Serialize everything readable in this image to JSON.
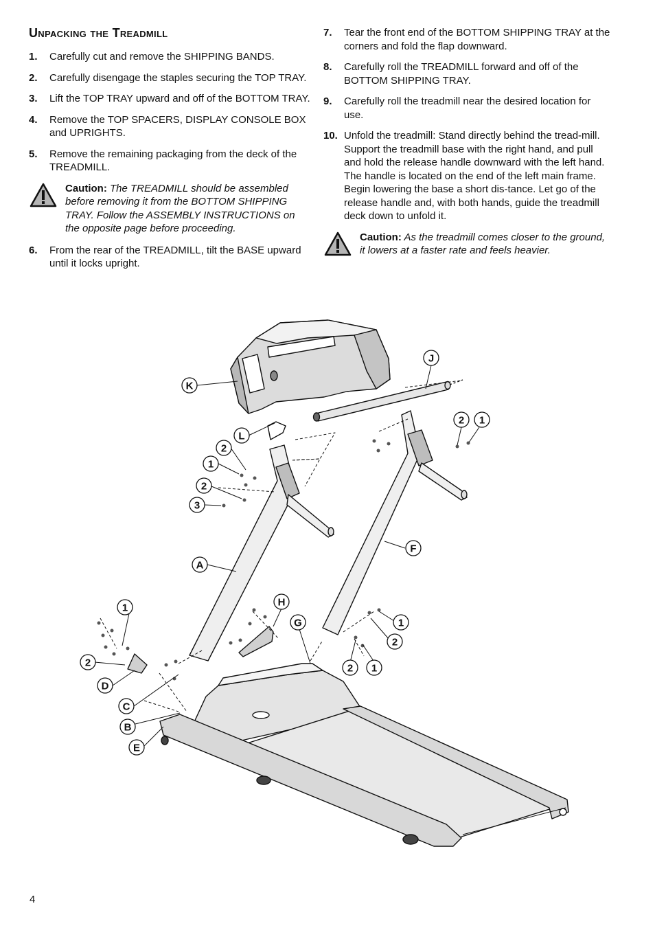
{
  "section_title": "Unpacking the Treadmill",
  "left_steps": [
    {
      "num": "1.",
      "text": "Carefully cut and remove the SHIPPING BANDS."
    },
    {
      "num": "2.",
      "text": "Carefully disengage the staples securing the TOP TRAY."
    },
    {
      "num": "3.",
      "text": "Lift the TOP TRAY upward and off of the BOTTOM TRAY."
    },
    {
      "num": "4.",
      "text": "Remove the TOP SPACERS, DISPLAY CONSOLE BOX and UPRIGHTS."
    },
    {
      "num": "5.",
      "text": "Remove the remaining packaging from the deck of the TREADMILL."
    }
  ],
  "caution_1": {
    "label": "Caution:",
    "text": "The TREADMILL should be assembled before removing it from the BOTTOM SHIPPING TRAY. Follow the ASSEMBLY INSTRUCTIONS on the opposite page before proceeding."
  },
  "left_steps_2": [
    {
      "num": "6.",
      "text": "From the rear of the TREADMILL, tilt the BASE upward until it locks upright."
    }
  ],
  "right_steps": [
    {
      "num": "7.",
      "text": "Tear the front end of the BOTTOM SHIPPING TRAY at the corners and fold the flap downward."
    },
    {
      "num": "8.",
      "text": "Carefully roll the TREADMILL forward and off of the BOTTOM SHIPPING TRAY."
    },
    {
      "num": "9.",
      "text": "Carefully roll the treadmill near the desired location for use."
    },
    {
      "num": "10.",
      "text": "Unfold the treadmill: Stand directly behind the tread-mill. Support the treadmill base with the right hand, and pull and hold the release handle downward with the left hand. The handle is located on the end of the left main frame. Begin lowering the base a short dis-tance. Let go of the release handle and, with both hands, guide the treadmill deck down to unfold it."
    }
  ],
  "caution_2": {
    "label": "Caution:",
    "text": "As the treadmill comes closer to the ground, it lowers at a faster rate and feels heavier."
  },
  "diagram_labels": {
    "K": "K",
    "L": "L",
    "J": "J",
    "A": "A",
    "F": "F",
    "H": "H",
    "G": "G",
    "D": "D",
    "C": "C",
    "B": "B",
    "E": "E",
    "one": "1",
    "two": "2",
    "three": "3"
  },
  "page_number": "4"
}
